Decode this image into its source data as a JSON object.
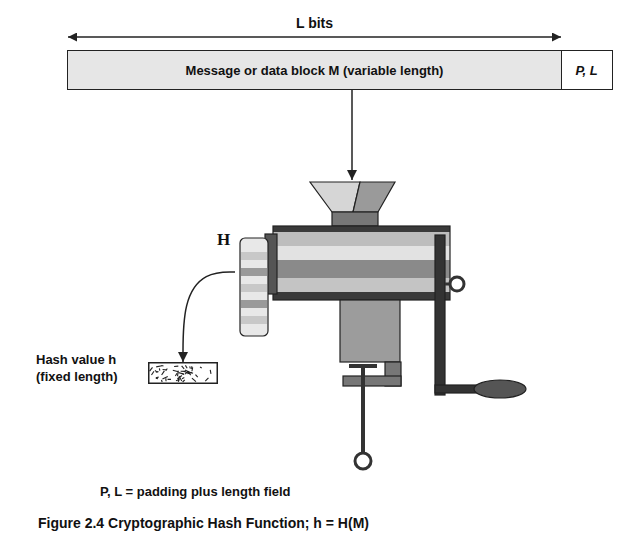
{
  "diagram": {
    "caption": "Figure 2.4 Cryptographic Hash Function; h = H(M)",
    "nodes": [
      {
        "text": [
          "Message or data block M (variable length)"
        ]
      },
      {
        "text": [
          "P, L"
        ]
      },
      {
        "text": [
          "H"
        ]
      },
      {
        "text": [
          "Hash value h (fixed length)"
        ]
      }
    ],
    "edges": [
      {
        "from": 0,
        "to": 2,
        "arrow": "to"
      },
      {
        "from": 2,
        "to": 3,
        "arrow": "to"
      }
    ],
    "labels": [
      "L bits",
      "P, L = padding plus length field"
    ]
  }
}
